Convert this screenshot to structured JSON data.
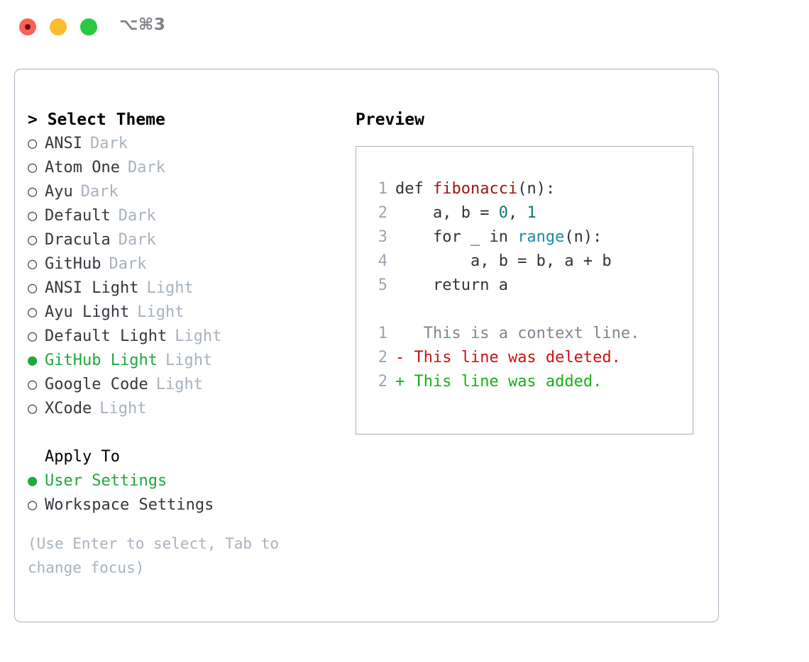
{
  "titlebar": {
    "shortcut": "⌥⌘3",
    "lights": [
      "close-red",
      "minimize-yellow",
      "maximize-green"
    ]
  },
  "left": {
    "header": "> Select Theme",
    "themes": [
      {
        "marker": "○",
        "name": "ANSI",
        "variant": "Dark",
        "selected": false
      },
      {
        "marker": "○",
        "name": "Atom One",
        "variant": "Dark",
        "selected": false
      },
      {
        "marker": "○",
        "name": "Ayu",
        "variant": "Dark",
        "selected": false
      },
      {
        "marker": "○",
        "name": "Default",
        "variant": "Dark",
        "selected": false
      },
      {
        "marker": "○",
        "name": "Dracula",
        "variant": "Dark",
        "selected": false
      },
      {
        "marker": "○",
        "name": "GitHub",
        "variant": "Dark",
        "selected": false
      },
      {
        "marker": "○",
        "name": "ANSI Light",
        "variant": "Light",
        "selected": false
      },
      {
        "marker": "○",
        "name": "Ayu Light",
        "variant": "Light",
        "selected": false
      },
      {
        "marker": "○",
        "name": "Default Light",
        "variant": "Light",
        "selected": false
      },
      {
        "marker": "●",
        "name": "GitHub Light",
        "variant": "Light",
        "selected": true
      },
      {
        "marker": "○",
        "name": "Google Code",
        "variant": "Light",
        "selected": false
      },
      {
        "marker": "○",
        "name": "XCode",
        "variant": "Light",
        "selected": false
      }
    ],
    "apply_to": {
      "header": "Apply To",
      "options": [
        {
          "marker": "●",
          "label": "User Settings",
          "selected": true
        },
        {
          "marker": "○",
          "label": "Workspace Settings",
          "selected": false
        }
      ]
    },
    "hint": "(Use Enter to select, Tab to change focus)"
  },
  "right": {
    "title": "Preview",
    "code_lines": [
      {
        "no": "1",
        "segments": [
          {
            "text": "def ",
            "tok": "plain"
          },
          {
            "text": "fibonacci",
            "tok": "fn"
          },
          {
            "text": "(n):",
            "tok": "plain"
          }
        ]
      },
      {
        "no": "2",
        "segments": [
          {
            "text": "    a, b = ",
            "tok": "plain"
          },
          {
            "text": "0",
            "tok": "num"
          },
          {
            "text": ", ",
            "tok": "plain"
          },
          {
            "text": "1",
            "tok": "num"
          }
        ]
      },
      {
        "no": "3",
        "segments": [
          {
            "text": "    for _ in ",
            "tok": "plain"
          },
          {
            "text": "range",
            "tok": "call"
          },
          {
            "text": "(n):",
            "tok": "plain"
          }
        ]
      },
      {
        "no": "4",
        "segments": [
          {
            "text": "        a, b = b, a + b",
            "tok": "plain"
          }
        ]
      },
      {
        "no": "5",
        "segments": [
          {
            "text": "    return a",
            "tok": "plain"
          }
        ]
      }
    ],
    "diff_lines": [
      {
        "no": "1",
        "sign": " ",
        "text": "  This is a context line.",
        "tok": "ctx"
      },
      {
        "no": "2",
        "sign": "-",
        "text": " This line was deleted.",
        "tok": "del"
      },
      {
        "no": "2",
        "sign": "+",
        "text": " This line was added.",
        "tok": "add"
      }
    ]
  },
  "colors": {
    "accent_green": "#1fa83c",
    "muted": "#a8b2bd",
    "border": "#a7b1bd",
    "diff_add": "#13b113",
    "diff_del": "#cc1111",
    "fn": "#9f1414",
    "num": "#0d7a72",
    "call": "#1a8bab"
  }
}
